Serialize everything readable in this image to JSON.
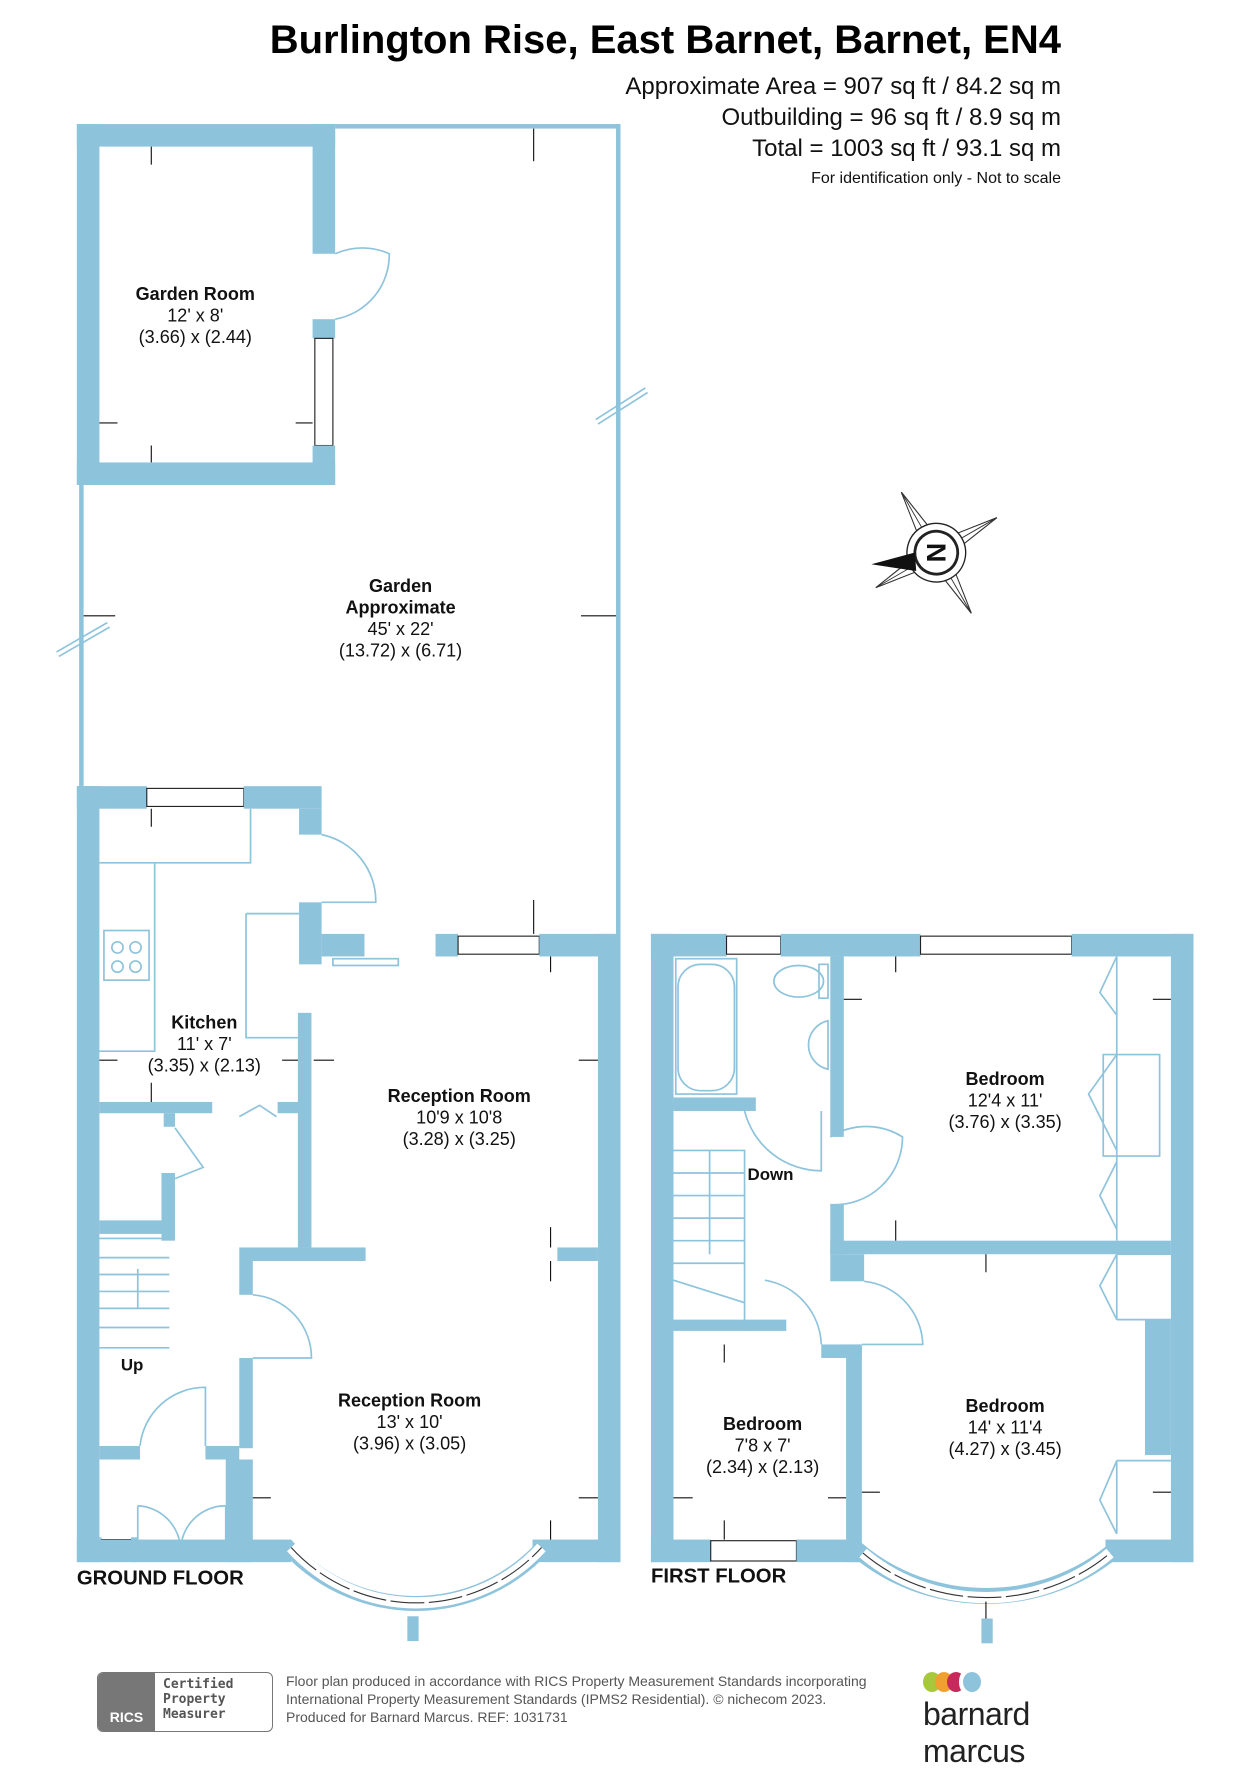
{
  "header": {
    "title": "Burlington Rise, East Barnet, Barnet, EN4",
    "approximate_area": "Approximate Area = 907 sq ft / 84.2 sq m",
    "outbuilding": "Outbuilding = 96 sq ft / 8.9 sq m",
    "total": "Total = 1003 sq ft / 93.1 sq m",
    "note": "For identification only - Not to scale"
  },
  "ground_floor": {
    "label": "GROUND FLOOR",
    "rooms": [
      {
        "name": "Garden Room",
        "imperial": "12' x 8'",
        "metric": "(3.66) x (2.44)"
      },
      {
        "name": "Garden",
        "name2": "Approximate",
        "imperial": "45' x 22'",
        "metric": "(13.72) x (6.71)"
      },
      {
        "name": "Kitchen",
        "imperial": "11' x 7'",
        "metric": "(3.35) x (2.13)"
      },
      {
        "name": "Reception Room",
        "imperial": "10'9 x 10'8",
        "metric": "(3.28) x (3.25)"
      },
      {
        "name": "Reception Room",
        "imperial": "13' x 10'",
        "metric": "(3.96) x (3.05)"
      }
    ],
    "stairs_label": "Up"
  },
  "first_floor": {
    "label": "FIRST FLOOR",
    "rooms": [
      {
        "name": "Bedroom",
        "imperial": "12'4 x 11'",
        "metric": "(3.76) x (3.35)"
      },
      {
        "name": "Bedroom",
        "imperial": "7'8 x 7'",
        "metric": "(2.34) x (2.13)"
      },
      {
        "name": "Bedroom",
        "imperial": "14' x 11'4",
        "metric": "(4.27) x (3.45)"
      }
    ],
    "stairs_label": "Down"
  },
  "compass": {
    "icon": "north-compass-icon",
    "letter": "N"
  },
  "footer": {
    "rics": {
      "logo_text": "RICS",
      "line1": "Certified",
      "line2": "Property",
      "line3": "Measurer"
    },
    "legal_line1": "Floor plan produced in accordance with RICS Property Measurement Standards incorporating",
    "legal_line2": "International Property Measurement Standards (IPMS2 Residential).  © nichecom 2023.",
    "legal_line3": "Produced for Barnard Marcus.   REF:  1031731",
    "brand": "barnard marcus",
    "brand_colors": [
      "#a8c83c",
      "#f0a030",
      "#c8285a",
      "#8ec3dc"
    ]
  },
  "colors": {
    "wall": "#8ec3dc"
  }
}
